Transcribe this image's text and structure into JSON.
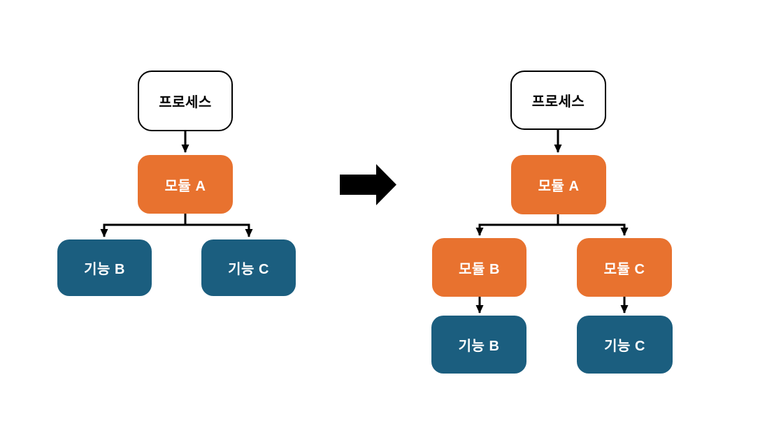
{
  "diagram_type": "tree-transformation",
  "before": {
    "name": "before-structure",
    "nodes": [
      {
        "id": "process",
        "type": "process",
        "label": "프로세스"
      },
      {
        "id": "module-a",
        "type": "module",
        "label": "모듈 A"
      },
      {
        "id": "func-b",
        "type": "function",
        "label": "기능 B"
      },
      {
        "id": "func-c",
        "type": "function",
        "label": "기능 C"
      }
    ],
    "edges": [
      {
        "from": "process",
        "to": "module-a"
      },
      {
        "from": "module-a",
        "to": "func-b"
      },
      {
        "from": "module-a",
        "to": "func-c"
      }
    ]
  },
  "after": {
    "name": "after-structure",
    "nodes": [
      {
        "id": "process",
        "type": "process",
        "label": "프로세스"
      },
      {
        "id": "module-a",
        "type": "module",
        "label": "모듈 A"
      },
      {
        "id": "module-b",
        "type": "module",
        "label": "모듈 B"
      },
      {
        "id": "module-c",
        "type": "module",
        "label": "모듈 C"
      },
      {
        "id": "func-b",
        "type": "function",
        "label": "기능 B"
      },
      {
        "id": "func-c",
        "type": "function",
        "label": "기능 C"
      }
    ],
    "edges": [
      {
        "from": "process",
        "to": "module-a"
      },
      {
        "from": "module-a",
        "to": "module-b"
      },
      {
        "from": "module-a",
        "to": "module-c"
      },
      {
        "from": "module-b",
        "to": "func-b"
      },
      {
        "from": "module-c",
        "to": "func-c"
      }
    ]
  },
  "transform_arrow": {
    "icon": "right-block-arrow"
  },
  "colors": {
    "background": "#FFFFFF",
    "process_fill": "#FFFFFF",
    "process_border": "#000000",
    "module_fill": "#E8722F",
    "function_fill": "#1B5E7F",
    "connector": "#000000",
    "transform_arrow": "#000000"
  }
}
